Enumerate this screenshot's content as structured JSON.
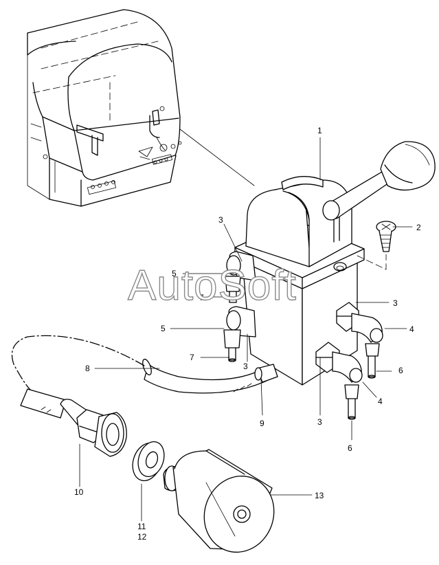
{
  "watermark": "AutoSoft",
  "callouts": {
    "c1": "1",
    "c2": "2",
    "c3a": "3",
    "c3b": "3",
    "c3c": "3",
    "c3d": "3",
    "c4a": "4",
    "c4b": "4",
    "c5a": "5",
    "c5b": "5",
    "c6a": "6",
    "c6b": "6",
    "c7a": "7",
    "c7b": "7",
    "c8": "8",
    "c9": "9",
    "c10": "10",
    "c11": "11",
    "c12": "12",
    "c13": "13"
  }
}
